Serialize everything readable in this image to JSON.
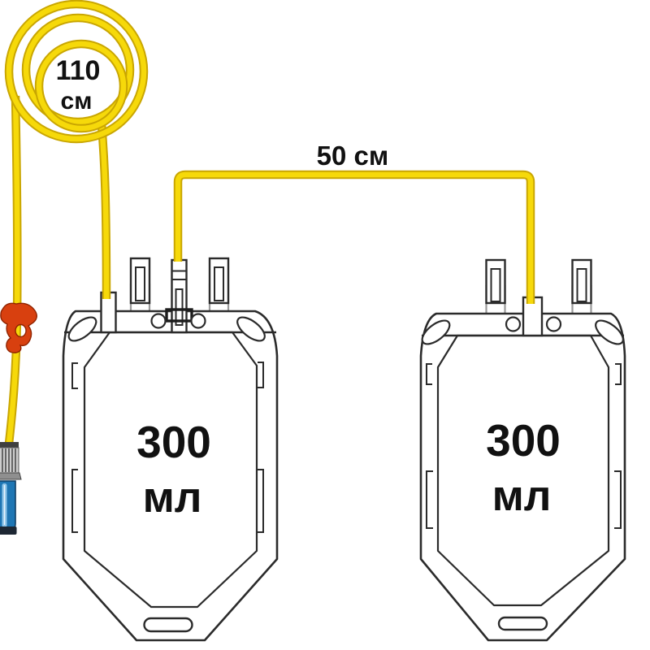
{
  "diagram": {
    "coil_label": {
      "value": "110",
      "unit": "см"
    },
    "transfer_tube_label": "50 см",
    "left_bag": {
      "volume": "300",
      "unit": "мл"
    },
    "right_bag": {
      "volume": "300",
      "unit": "мл"
    }
  },
  "colors": {
    "tube-yellow": "#F6D90A",
    "tube-yellow-dark": "#C9A602",
    "clamp-red": "#D8400F",
    "cap-blue": "#1E76B4",
    "cap-blue-dark": "#0F3D63",
    "cap-blue-light": "#8EC4E8",
    "line-dark": "#2B2B2B",
    "line-gray": "#9A9A9A",
    "text-black": "#111111"
  }
}
